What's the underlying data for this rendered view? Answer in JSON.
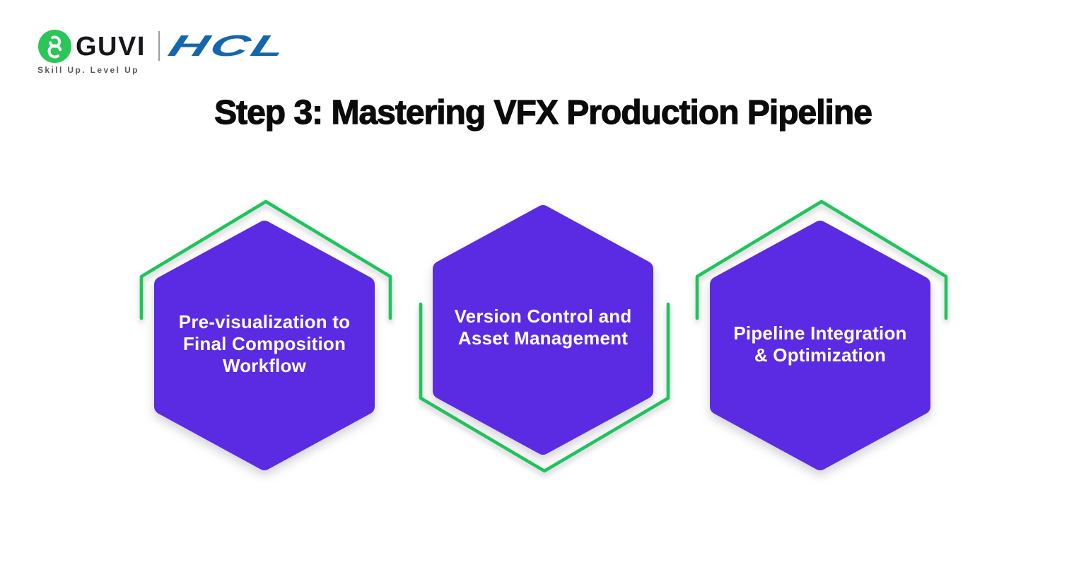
{
  "header": {
    "logo": {
      "guvi_text": "GUVI",
      "hcl_text": "HCL",
      "tagline": "Skill Up. Level Up",
      "guvi_circle_color": "#2BC558",
      "hcl_color": "#1467AE"
    },
    "title": "Step 3: Mastering VFX Production Pipeline"
  },
  "diagram": {
    "hexagon_fill": "#5B2BE3",
    "accent_green": "#1EC55C",
    "label_color": "#FFFFFF",
    "cards": [
      {
        "id": 1,
        "accent_position": "top",
        "lines": [
          "Pre-visualization to",
          "Final Composition",
          "Workflow"
        ]
      },
      {
        "id": 2,
        "accent_position": "bottom",
        "lines": [
          "Version Control and",
          "Asset Management"
        ]
      },
      {
        "id": 3,
        "accent_position": "top",
        "lines": [
          "Pipeline Integration",
          "& Optimization"
        ]
      }
    ]
  }
}
